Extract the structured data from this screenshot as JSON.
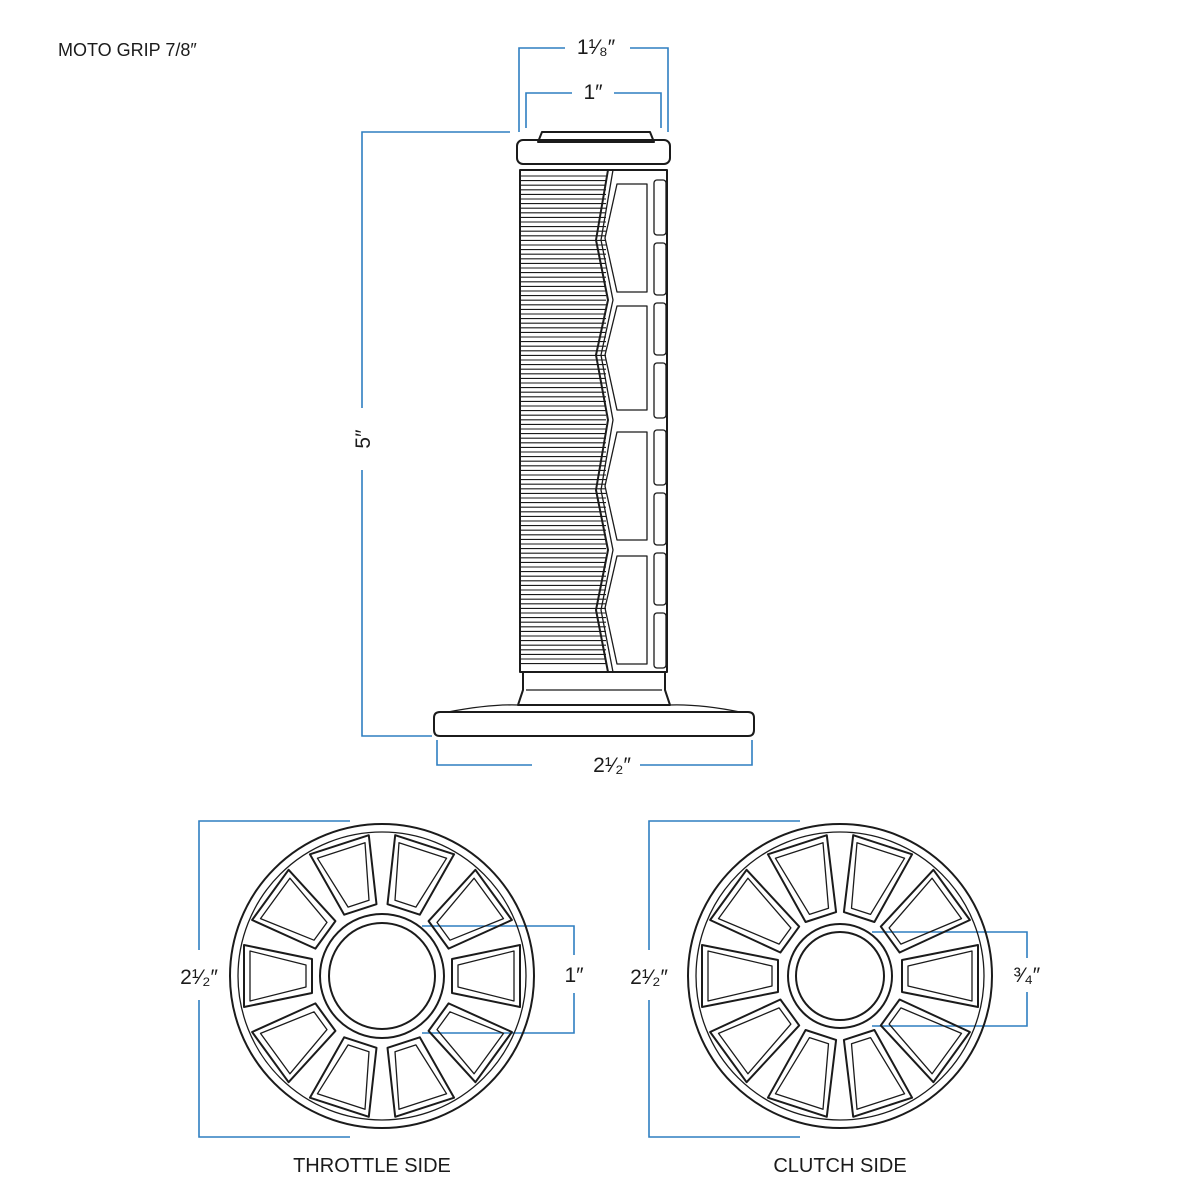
{
  "title": "MOTO GRIP 7/8″",
  "side_view": {
    "outer_width_label": "1¹⁄₈″",
    "inner_width_label": "1″",
    "length_label": "5″",
    "flange_label": "2¹⁄₂″"
  },
  "throttle_end": {
    "caption": "THROTTLE SIDE",
    "outer_label": "2¹⁄₂″",
    "bore_label": "1″"
  },
  "clutch_end": {
    "caption": "CLUTCH SIDE",
    "outer_label": "2¹⁄₂″",
    "bore_label": "³⁄₄″"
  },
  "colors": {
    "dimension_lines": "#2f7fc1",
    "line_art": "#1b1b1b",
    "background": "#ffffff"
  }
}
